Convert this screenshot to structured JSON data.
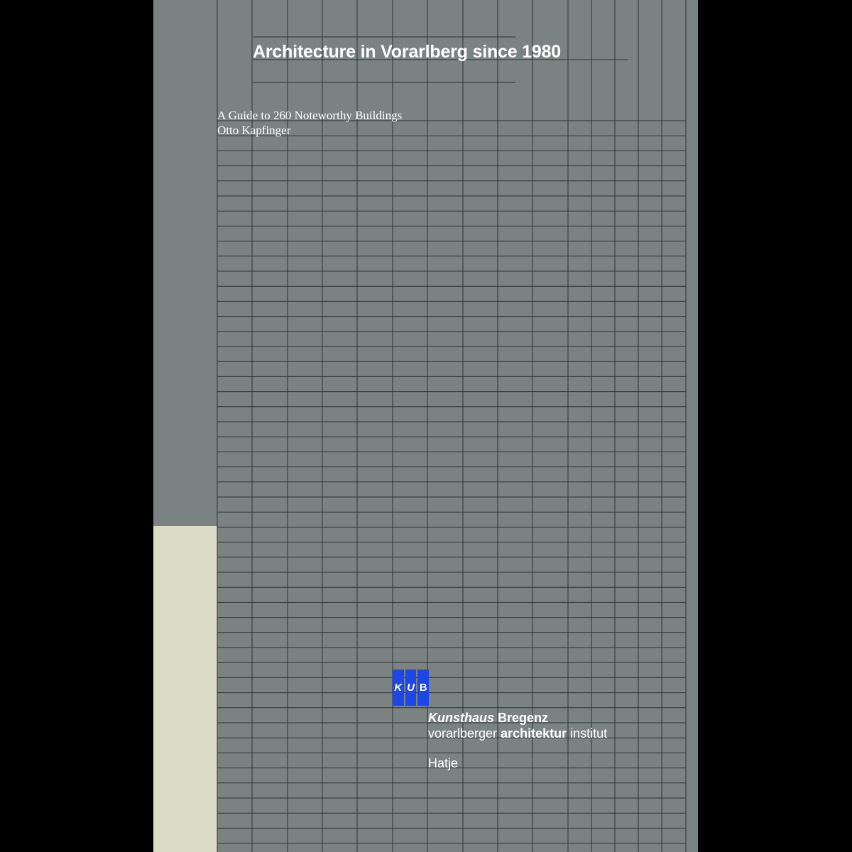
{
  "cover": {
    "title": "Architecture in Vorarlberg since 1980",
    "subtitle": "A Guide to 260 Noteworthy Buildings",
    "author": "Otto Kapfinger"
  },
  "logo": {
    "letters": [
      "K",
      "U",
      "B"
    ],
    "color": "#1c47e6"
  },
  "imprint": {
    "kunsthaus_word": "Kunsthaus",
    "bregenz_word": " Bregenz",
    "institute_prefix": "vorarlberger ",
    "institute_bold": "architektur",
    "institute_suffix": " institut",
    "publisher": "Hatje"
  },
  "colors": {
    "background": "#000000",
    "cover": "#7b8382",
    "spine_strip": "#dcdbc5",
    "grid_lines": "#2e3433",
    "text": "#ffffff"
  }
}
